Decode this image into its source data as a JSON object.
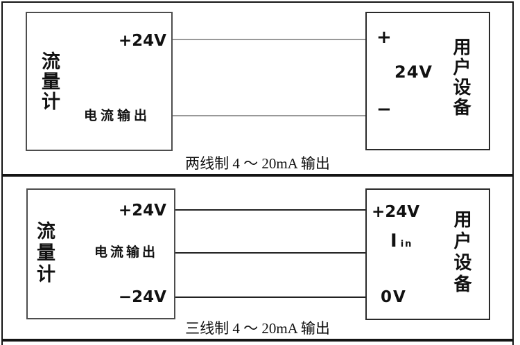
{
  "top_diagram": {
    "caption": "两线制 4 ～ 20mA 输出",
    "flowmeter": {
      "name": "流量计",
      "terminal_power": "+24V",
      "terminal_current": "电流输出"
    },
    "device": {
      "name": "用户设备",
      "terminal_plus": "+",
      "supply": "24V",
      "terminal_minus": "−"
    }
  },
  "bottom_diagram": {
    "caption": "三线制 4 ～ 20mA 输出",
    "flowmeter": {
      "name": "流量计",
      "terminal_power": "+24V",
      "terminal_current": "电流输出",
      "terminal_negative": "−24V"
    },
    "device": {
      "name": "用户设备",
      "terminal_power": "+24V",
      "current_input_main": "I",
      "current_input_sub": "in",
      "terminal_ground": "0V"
    }
  },
  "colors": {
    "background": "#ffffff",
    "panel_border": "#141414",
    "flowmeter_box_border": "#4d4d4d",
    "device_box_border": "#2a2a2a",
    "wire_top": "#999999",
    "wire_bottom": "#222222",
    "text": "#111111"
  }
}
